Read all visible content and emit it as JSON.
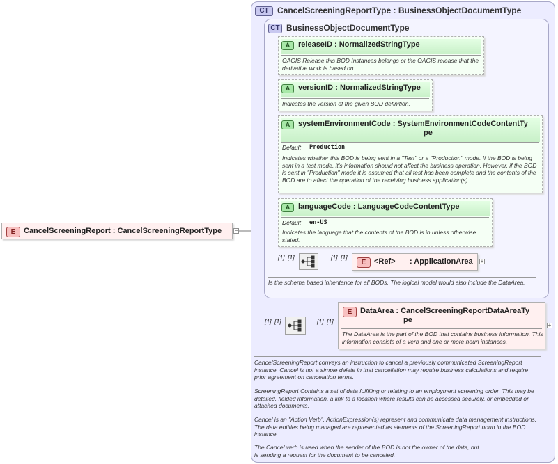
{
  "root": {
    "badge": "E",
    "name": "CancelScreeningReport",
    "type": "CancelScreeningReportType"
  },
  "outer_ct": {
    "badge": "CT",
    "title": "CancelScreeningReportType : BusinessObjectDocumentType"
  },
  "inner_ct": {
    "badge": "CT",
    "title": "BusinessObjectDocumentType",
    "doc": "Is the schema based inheritance for all BODs. The logical model would also include the DataArea."
  },
  "attributes": [
    {
      "badge": "A",
      "name": "releaseID",
      "type": "NormalizedStringType",
      "doc": "OAGIS Release this BOD Instances belongs or the OAGIS release that the derivative work is based on."
    },
    {
      "badge": "A",
      "name": "versionID",
      "type": "NormalizedStringType",
      "doc": "Indicates the version of the given BOD definition."
    },
    {
      "badge": "A",
      "name": "systemEnvironmentCode",
      "type": "SystemEnvironmentCodeContentTy",
      "type2": "pe",
      "default_label": "Default",
      "default_value": "Production",
      "doc": "Indicates whether this BOD is being sent in a \"Test\" or a \"Production\" mode. If the BOD is being sent in a test mode, it's information should not affect the business operation. However, if the BOD is sent in \"Production\" mode it is assumed that all test has been complete and the contents of the BOD are to affect the operation of the receiving business application(s)."
    },
    {
      "badge": "A",
      "name": "languageCode",
      "type": "LanguageCodeContentType",
      "default_label": "Default",
      "default_value": "en-US",
      "doc": "Indicates the language that the contents of the BOD is in unless otherwise stated."
    }
  ],
  "app_area": {
    "card_left": "[1]..[1]",
    "card_right": "[1]..[1]",
    "badge": "E",
    "ref": "<Ref>",
    "name": ": ApplicationArea"
  },
  "data_area": {
    "card_left": "[1]..[1]",
    "card_right": "[1]..[1]",
    "badge": "E",
    "name": "DataArea",
    "type": "CancelScreeningReportDataAreaTy",
    "type2": "pe",
    "doc": "The DataArea is the part of the BOD that contains business information. This information consists of a verb and one or more noun instances."
  },
  "bottom_doc": [
    "CancelScreeningReport conveys an instruction to cancel a previously communicated ScreeningReport instance. Cancel is not a simple delete in that cancellation may require business calculations and require prior agreement on cancelation terms.",
    "ScreeningReport  Contains a set of data fulfilling or relating to an employment screening order. This may be detailed, fielded information, a link to a location where results can be accessed securely, or embedded or attached documents.",
    "Cancel is an \"Action Verb\". ActionExpression(s) represent and communicate data management instructions. The data entities being managed are represented as elements of the ScreeningReport noun in the BOD instance.",
    "The Cancel verb is used when the sender of the BOD is not the owner of the data, but is sending a request for the document to be canceled."
  ],
  "colors": {
    "panel_bg": "#ececff",
    "element_bg": "#fff0f0",
    "attribute_bg": "#f5fff5"
  }
}
